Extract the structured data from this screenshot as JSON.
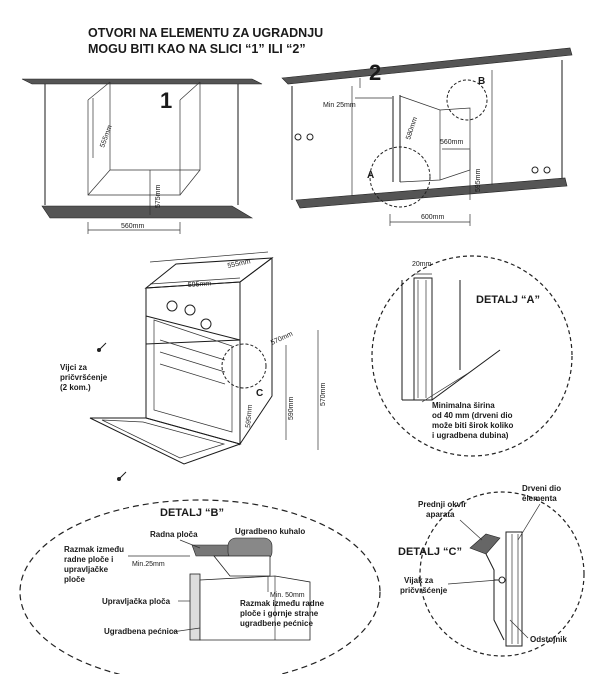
{
  "header": {
    "line1": "OTVORI NA ELEMENTU ZA UGRADNJU",
    "line2": "MOGU BITI KAO NA SLICI “1” ILI “2”"
  },
  "fig1": {
    "label": "1",
    "dim_depth": "555mm",
    "dim_height": "575mm",
    "dim_width": "560mm"
  },
  "fig2": {
    "label": "2",
    "min_label": "Min 25mm",
    "dim_depth": "580mm",
    "dim_width_top": "560mm",
    "dim_height": "595mm",
    "dim_width": "600mm",
    "marker_a": "A",
    "marker_b": "B"
  },
  "oven": {
    "dim_depth": "555mm",
    "dim_width": "595mm",
    "dim_depth2": "570mm",
    "dim_height_inner": "590mm",
    "dim_height": "570mm",
    "dim_width_inner": "595mm",
    "screws_label": [
      "Vijci za",
      "pričvršćenje",
      "(2 kom.)"
    ],
    "marker_c": "C"
  },
  "detail_a": {
    "title": "DETALJ “A”",
    "dim": "20mm",
    "caption": [
      "Minimalna širina",
      "od 40 mm (drveni dio",
      "može biti širok koliko",
      "i ugradbena dubina)"
    ]
  },
  "detail_b": {
    "title": "DETALJ “B”",
    "radna_ploca": "Radna ploča",
    "ugradbeno_kuhalo": "Ugradbeno kuhalo",
    "razmak1": [
      "Razmak između",
      "radne ploče i",
      "upravljačke",
      "ploče"
    ],
    "min25": "Min.25mm",
    "min50": "Min. 50mm",
    "upravljacka": "Upravljačka ploča",
    "razmak2": [
      "Razmak između radne",
      "ploče i gornje strane",
      "ugradbene pećnice"
    ],
    "pecnica": "Ugradbena pećnica"
  },
  "detail_c": {
    "title": "DETALJ “C”",
    "okvir": [
      "Prednji okvir",
      "aparata"
    ],
    "drveni": [
      "Drveni dio",
      "elementa"
    ],
    "vijak": [
      "Vijak za",
      "pričvršćenje"
    ],
    "odstojnik": "Odstojnik"
  }
}
